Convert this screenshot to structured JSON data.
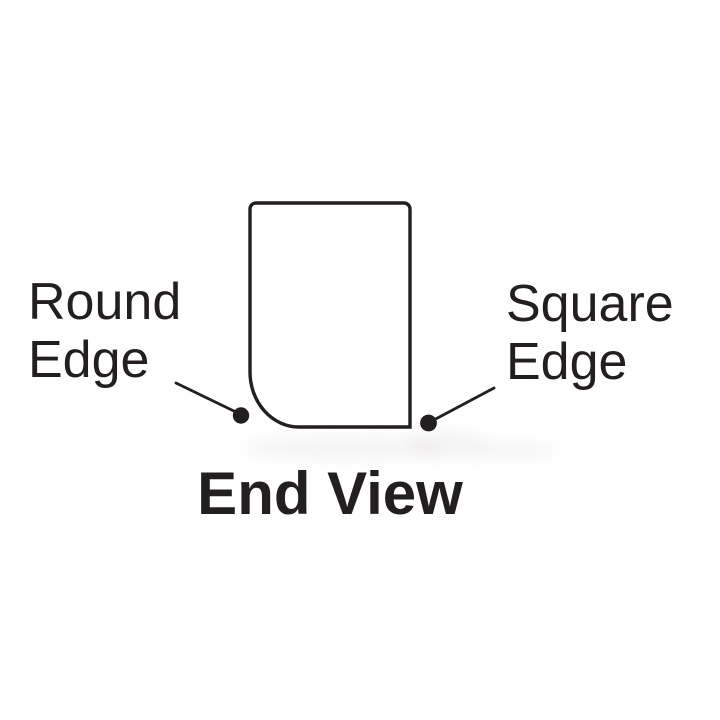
{
  "diagram": {
    "type": "end-view-profile-diagram",
    "caption": "End View",
    "labels": [
      {
        "id": "round-edge",
        "text": "Round\nEdge",
        "side": "left"
      },
      {
        "id": "square-edge",
        "text": "Square\nEdge",
        "side": "right"
      }
    ],
    "shape": {
      "description": "board end profile: rectangle with large rounded bottom-left corner, square bottom-right corner, slightly eased top corners",
      "callout_markers": 2
    },
    "colors": {
      "ink": "#231f20",
      "background": "#ffffff"
    }
  }
}
